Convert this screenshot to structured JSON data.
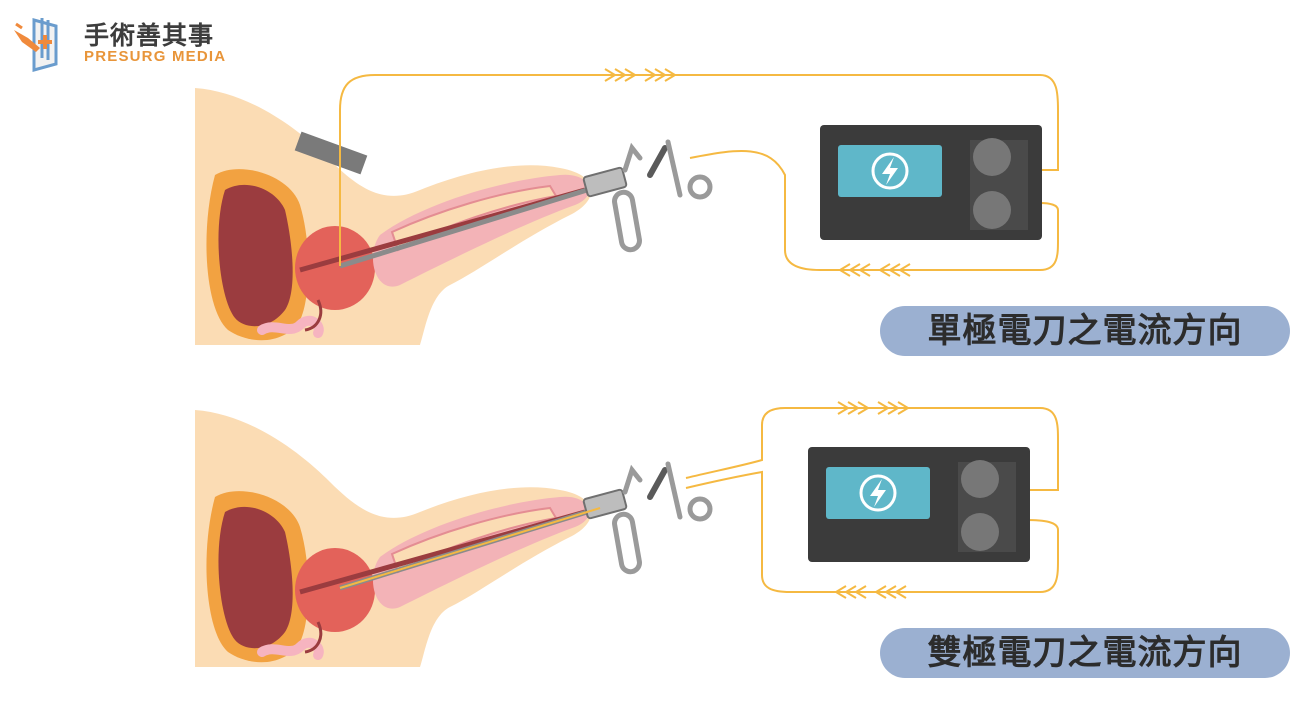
{
  "logo": {
    "name_zh": "手術善其事",
    "name_en": "PRESURG MEDIA"
  },
  "diagrams": [
    {
      "id": "monopolar",
      "label": "單極電刀之電流方向"
    },
    {
      "id": "bipolar",
      "label": "雙極電刀之電流方向"
    }
  ],
  "colors": {
    "wire": "#f5b942",
    "skin": "#fbdcb4",
    "tissue_pink": "#f3b3b7",
    "prostate": "#e3625a",
    "bladder_dark": "#9b3c3f",
    "bladder_ring": "#f2a241",
    "generator": "#3b3b3b",
    "screen": "#5fb7c9",
    "pill": "#9bb0d1",
    "instrument": "#9a9a9a"
  },
  "icons": [
    "lightning-bolt-icon",
    "chevron-arrow-icon",
    "scalpel-logo-icon"
  ]
}
